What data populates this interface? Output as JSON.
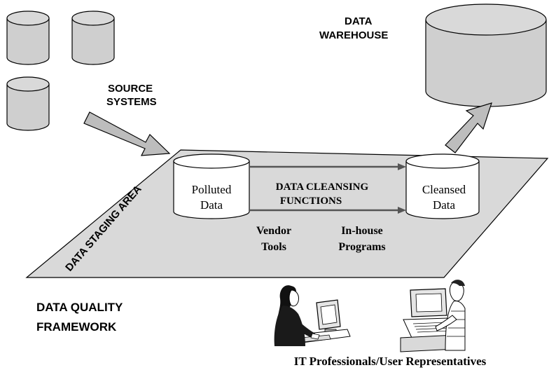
{
  "source_systems": {
    "line1": "SOURCE",
    "line2": "SYSTEMS"
  },
  "data_warehouse": {
    "line1": "DATA",
    "line2": "WAREHOUSE"
  },
  "staging_area": {
    "label": "DATA STAGING AREA"
  },
  "polluted_data": {
    "line1": "Polluted",
    "line2": "Data"
  },
  "cleansed_data": {
    "line1": "Cleansed",
    "line2": "Data"
  },
  "cleansing_functions": {
    "line1": "DATA CLEANSING",
    "line2": "FUNCTIONS"
  },
  "vendor_tools": {
    "line1": "Vendor",
    "line2": "Tools"
  },
  "inhouse_programs": {
    "line1": "In-house",
    "line2": "Programs"
  },
  "framework": {
    "line1": "DATA QUALITY",
    "line2": "FRAMEWORK"
  },
  "people": {
    "label": "IT Professionals/User Representatives"
  },
  "colors": {
    "cylinder_fill": "#cfcfcf",
    "platform_fill": "#d9d9d9",
    "arrow_fill": "#bdbdbd",
    "stroke": "#000000"
  }
}
